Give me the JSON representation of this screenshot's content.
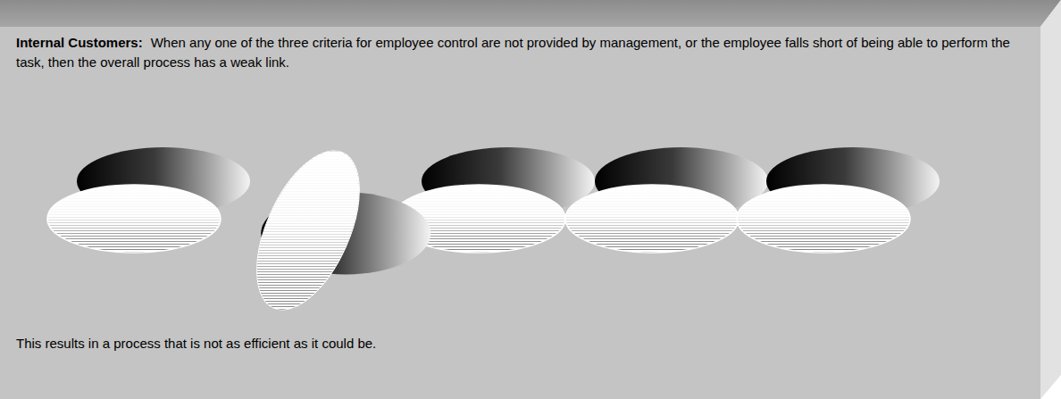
{
  "diagram": {
    "nodes": [
      {
        "text": [
          "Internal Customers:",
          "When any one of the three criteria for employee control are not provided by management, or the employee falls short of being able to perform the task, then the overall process has a weak link.",
          "This results in a process that is not as efficient as it could be."
        ]
      }
    ]
  }
}
